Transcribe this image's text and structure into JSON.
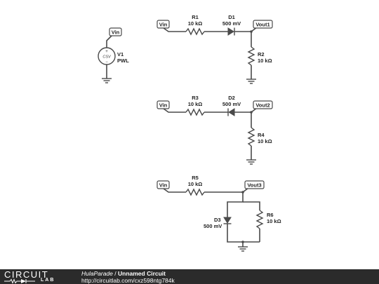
{
  "source": {
    "label": "V1",
    "type": "PWL",
    "symbol": "CSV",
    "plus": "+",
    "minus": "−",
    "node": "Vin"
  },
  "stages": [
    {
      "input_tag": "Vin",
      "output_tag": "Vout1",
      "series_resistor": {
        "label": "R1",
        "value": "10 kΩ"
      },
      "diode": {
        "label": "D1",
        "value": "500 mV",
        "orientation": "series, anode toward R1"
      },
      "load_resistor": {
        "label": "R2",
        "value": "10 kΩ"
      }
    },
    {
      "input_tag": "Vin",
      "output_tag": "Vout2",
      "series_resistor": {
        "label": "R3",
        "value": "10 kΩ"
      },
      "diode": {
        "label": "D2",
        "value": "500 mV",
        "orientation": "series, anode toward Vout2"
      },
      "load_resistor": {
        "label": "R4",
        "value": "10 kΩ"
      }
    },
    {
      "input_tag": "Vin",
      "output_tag": "Vout3",
      "series_resistor": {
        "label": "R5",
        "value": "10 kΩ"
      },
      "diode": {
        "label": "D3",
        "value": "500 mV",
        "orientation": "shunt to ground, anode at output"
      },
      "load_resistor": {
        "label": "R6",
        "value": "10 kΩ"
      }
    }
  ],
  "footer": {
    "logo_top": "CIRCUIT",
    "logo_bottom": "LAB",
    "author": "HulaParade",
    "separator": " / ",
    "title": "Unnamed Circuit",
    "url": "http://circuitlab.com/cxz598ntg784k"
  }
}
